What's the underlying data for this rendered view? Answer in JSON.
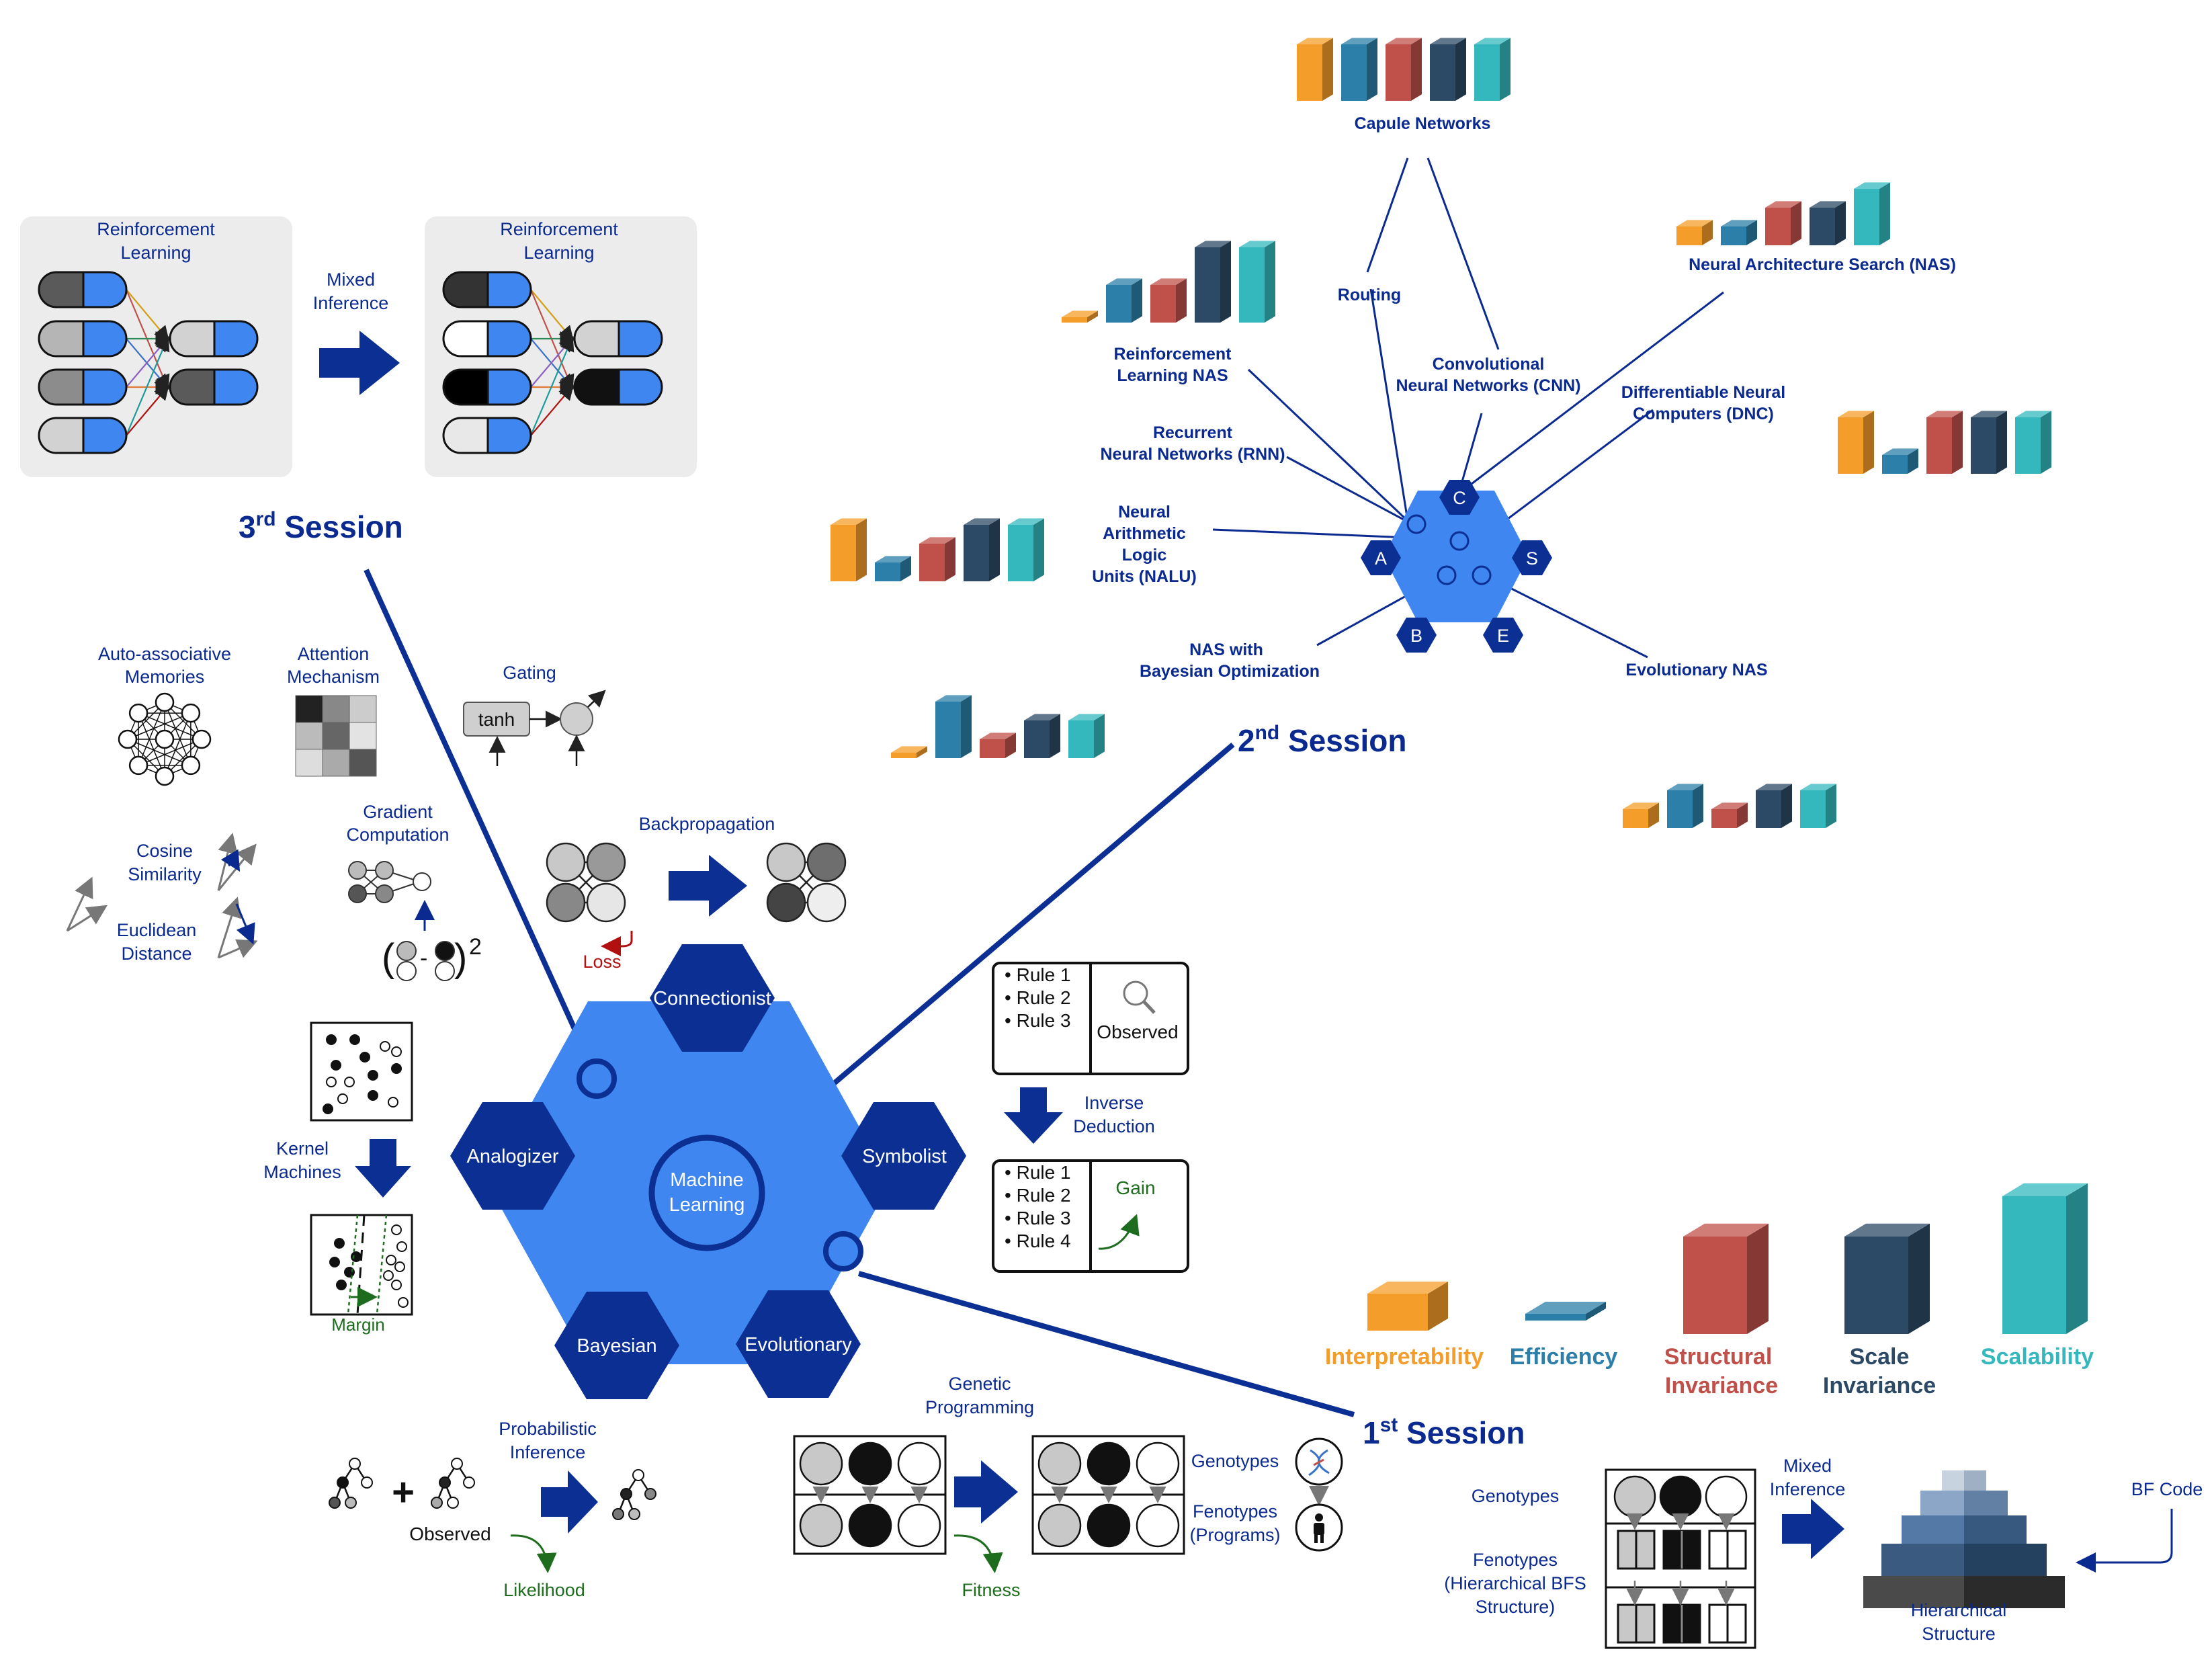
{
  "sessions": {
    "third": {
      "num": "3",
      "sup": "rd",
      "word": " Session"
    },
    "second": {
      "num": "2",
      "sup": "nd",
      "word": " Session"
    },
    "first": {
      "num": "1",
      "sup": "st",
      "word": " Session"
    }
  },
  "center": {
    "line1": "Machine",
    "line2": "Learning"
  },
  "tribes": {
    "connectionist": "Connectionist",
    "symbolist": "Symbolist",
    "evolutionary": "Evolutionary",
    "bayesian": "Bayesian",
    "analogizer": "Analogizer"
  },
  "rl": {
    "line1": "Reinforcement",
    "line2": "Learning",
    "mixed1": "Mixed",
    "mixed2": "Inference"
  },
  "analog": {
    "aam1": "Auto-associative",
    "aam2": "Memories",
    "att1": "Attention",
    "att2": "Mechanism",
    "cos1": "Cosine",
    "cos2": "Similarity",
    "euc1": "Euclidean",
    "euc2": "Distance",
    "kern1": "Kernel",
    "kern2": "Machines",
    "margin": "Margin"
  },
  "conn": {
    "gating": "Gating",
    "tanh": "tanh",
    "grad1": "Gradient",
    "grad2": "Computation",
    "backprop": "Backpropagation",
    "loss": "Loss",
    "sq": "2"
  },
  "symb": {
    "rule1": "Rule 1",
    "rule2": "Rule 2",
    "rule3": "Rule 3",
    "rule4": "Rule 4",
    "observed": "Observed",
    "inv1": "Inverse",
    "inv2": "Deduction",
    "gain": "Gain"
  },
  "bayes": {
    "prob1": "Probabilistic",
    "prob2": "Inference",
    "observed": "Observed",
    "likelihood": "Likelihood"
  },
  "evo": {
    "gp1": "Genetic",
    "gp2": "Programming",
    "genotypes": "Genotypes",
    "feno1": "Fenotypes",
    "feno2": "(Programs)",
    "fitness": "Fitness"
  },
  "hier": {
    "genotypes": "Genotypes",
    "f1": "Fenotypes",
    "f2": "(Hierarchical BFS",
    "f3": "Structure)",
    "mixed1": "Mixed",
    "mixed2": "Inference",
    "bfcode": "BF Code",
    "hs1": "Hierarchical",
    "hs2": "Structure"
  },
  "network": {
    "capsule": "Capule Networks",
    "routing": "Routing",
    "nas": "Neural Architecture Search (NAS)",
    "rlnas1": "Reinforcement",
    "rlnas2": "Learning NAS",
    "cnn1": "Convolutional",
    "cnn2": "Neural Networks (CNN)",
    "dnc1": "Differentiable Neural",
    "dnc2": "Computers (DNC)",
    "rnn1": "Recurrent",
    "rnn2": "Neural Networks (RNN)",
    "nalu1": "Neural",
    "nalu2": "Arithmetic",
    "nalu3": "Logic",
    "nalu4": "Units (NALU)",
    "bo1": "NAS with",
    "bo2": "Bayesian Optimization",
    "evonas": "Evolutionary NAS",
    "hexA": "A",
    "hexB": "B",
    "hexC": "C",
    "hexE": "E",
    "hexS": "S"
  },
  "properties": {
    "interp": "Interpretability",
    "eff": "Efficiency",
    "struct1": "Structural",
    "struct2": "Invariance",
    "scale1": "Scale",
    "scale2": "Invariance",
    "scal": "Scalability"
  },
  "colors": {
    "orange": "#f59d2a",
    "teal": "#2b7fa8",
    "red": "#c0504a",
    "navy": "#2c4a66",
    "cyan": "#34b8bd",
    "brand": "#0b2a8f",
    "hexBlue": "#3f86f0",
    "hexDark": "#0c2f94"
  },
  "bar_ratings": [
    {
      "name": "Capsule Networks",
      "levels": [
        3,
        3,
        3,
        3,
        3
      ]
    },
    {
      "name": "NAS",
      "levels": [
        1,
        1,
        2,
        2,
        3
      ]
    },
    {
      "name": "RL NAS",
      "levels": [
        0,
        2,
        2,
        4,
        4
      ]
    },
    {
      "name": "DNC",
      "levels": [
        3,
        1,
        3,
        3,
        3
      ]
    },
    {
      "name": "NALU",
      "levels": [
        3,
        1,
        2,
        3,
        3
      ]
    },
    {
      "name": "BO NAS",
      "levels": [
        0,
        3,
        1,
        2,
        2
      ]
    },
    {
      "name": "Evolutionary NAS",
      "levels": [
        1,
        2,
        1,
        2,
        2
      ]
    }
  ]
}
